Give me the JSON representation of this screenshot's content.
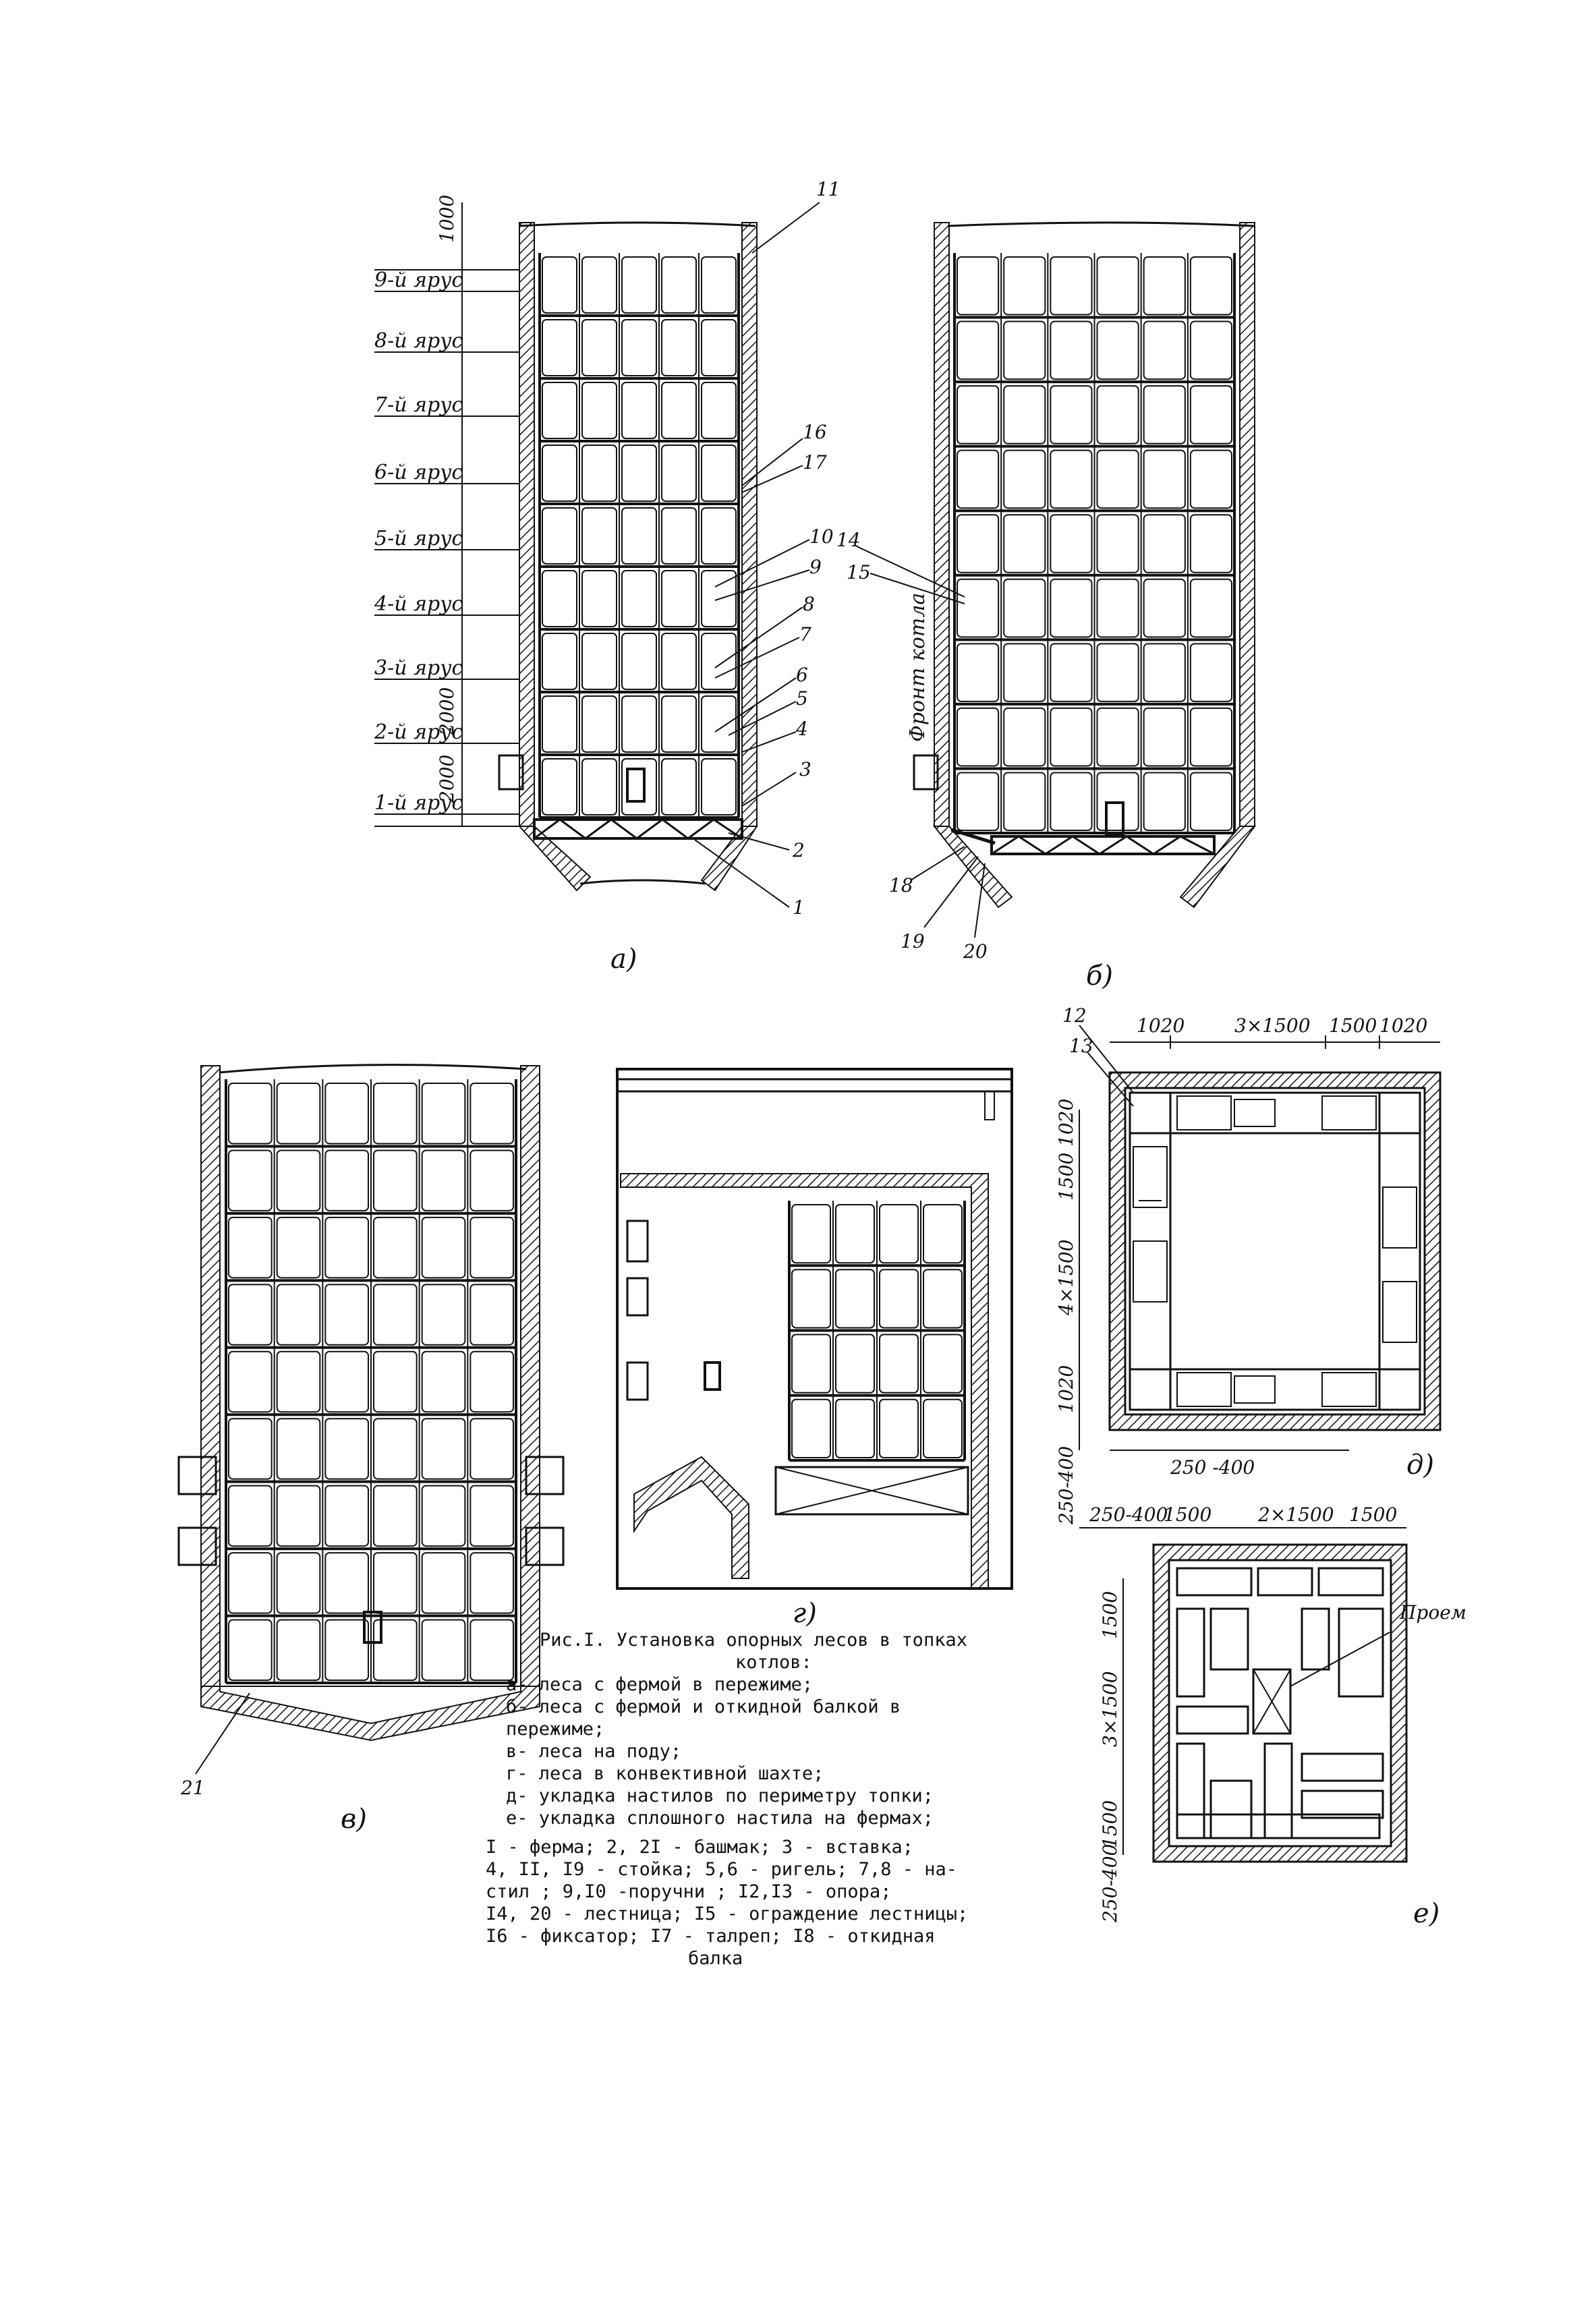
{
  "tiers": [
    "9-й ярус",
    "8-й ярус",
    "7-й ярус",
    "6-й ярус",
    "5-й ярус",
    "4-й ярус",
    "3-й ярус",
    "2-й ярус",
    "1-й ярус"
  ],
  "dims_a": {
    "top": "1000",
    "mid": "2000",
    "low": "2000"
  },
  "callouts_a": [
    "11",
    "16",
    "17",
    "10",
    "9",
    "8",
    "7",
    "6",
    "5",
    "4",
    "3",
    "2",
    "1"
  ],
  "callouts_b": [
    "14",
    "15",
    "18",
    "19",
    "20"
  ],
  "front_label": "Фронт котла",
  "callouts_v": [
    "21"
  ],
  "callouts_d": [
    "12",
    "13"
  ],
  "dims_d": {
    "top_left": "1020",
    "top_mid": "3×1500",
    "top_1500": "1500",
    "top_right": "1020",
    "side_1020a": "1020",
    "side_1500": "1500",
    "side_4x": "4×1500",
    "side_1020b": "1020",
    "side_250": "250-400",
    "bottom_250": "250 -400"
  },
  "dims_e": {
    "top_a": "250-400",
    "top_b": "1500",
    "top_c": "2×1500",
    "top_d": "1500",
    "side_1500": "1500",
    "side_3x": "3×1500",
    "side_1500b": "1500",
    "side_250": "250-400"
  },
  "opening_label": "Проем",
  "subfig_labels": {
    "a": "а)",
    "b": "б)",
    "v": "в)",
    "g": "г)",
    "d": "д)",
    "e": "е)"
  },
  "caption": {
    "title": "Рис.I. Установка опорных лесов в топках",
    "title2": "котлов:",
    "items": [
      "а- леса с фермой в пережиме;",
      "б- леса с фермой и откидной балкой в",
      "   пережиме;",
      "в- леса на поду;",
      "г- леса в конвективной шахте;",
      "д- укладка настилов по периметру топки;",
      "е- укладка сплошного настила на фермах;"
    ],
    "legend": [
      "I - ферма; 2, 2I - башмак; 3 - вставка;",
      "4, II, I9 - стойка; 5,6 - ригель; 7,8 - на-",
      "стил ; 9,I0 -поручни ; I2,I3 - опора;",
      "I4, 20 - лестница; I5 - ограждение лестницы;",
      "I6 - фиксатор; I7 - талреп; I8 - откидная"
    ],
    "legend_last": "балка"
  }
}
